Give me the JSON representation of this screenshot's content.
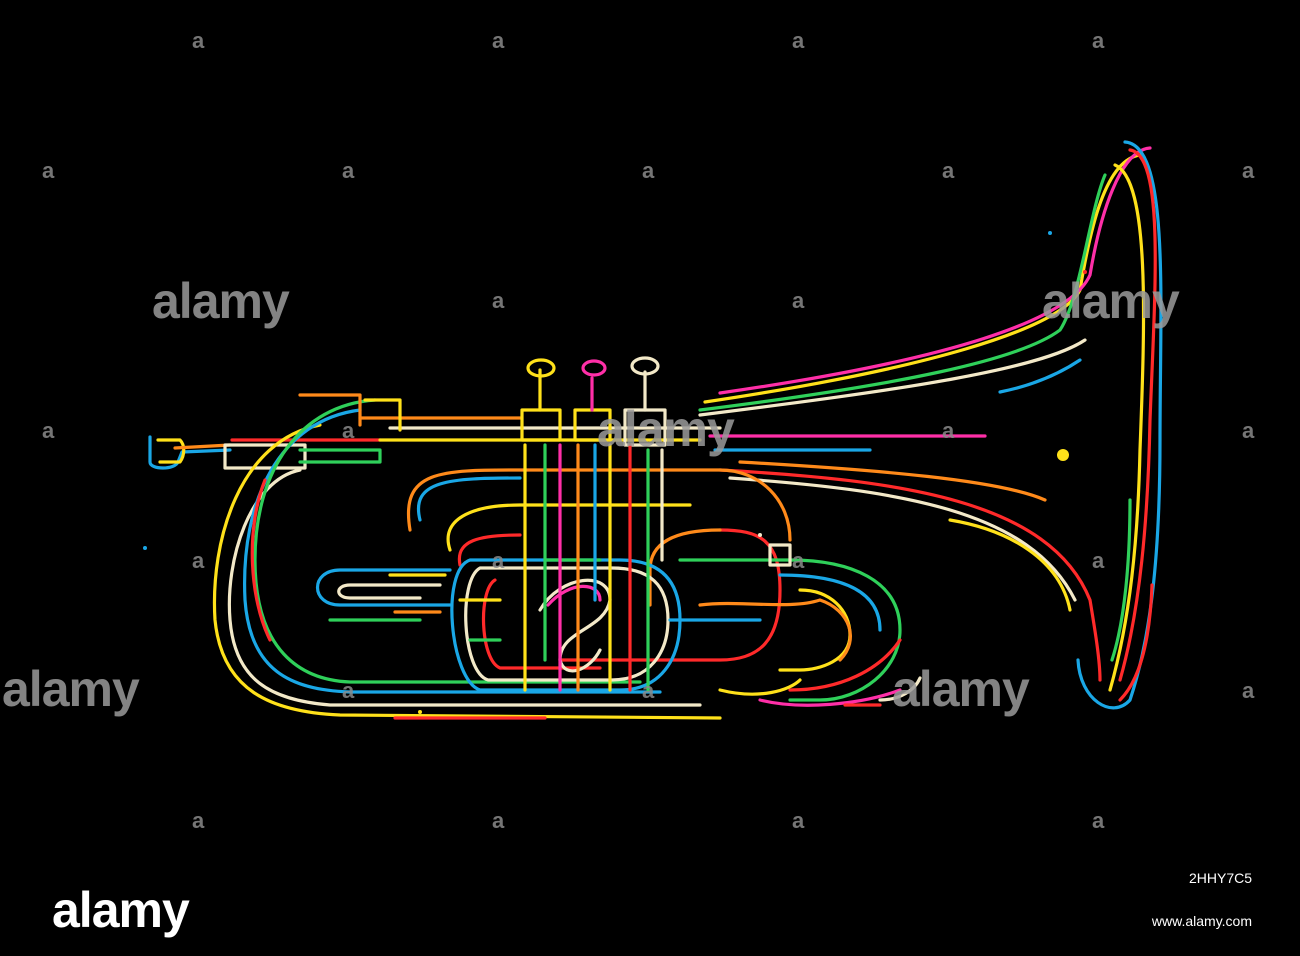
{
  "illustration": {
    "subject-icon": "cornet-neon-line-art-icon",
    "background": "#000000",
    "stroke_palette": [
      "#ff2a2a",
      "#ffe11a",
      "#1aa7e6",
      "#2fd05a",
      "#ff8a1a",
      "#ff2fa8",
      "#f3e9c8"
    ]
  },
  "watermark": {
    "small_mark": "a",
    "big_mark": "alamy"
  },
  "footer": {
    "logo": "alamy",
    "image_id": "2HHY7C5",
    "url": "www.alamy.com"
  }
}
